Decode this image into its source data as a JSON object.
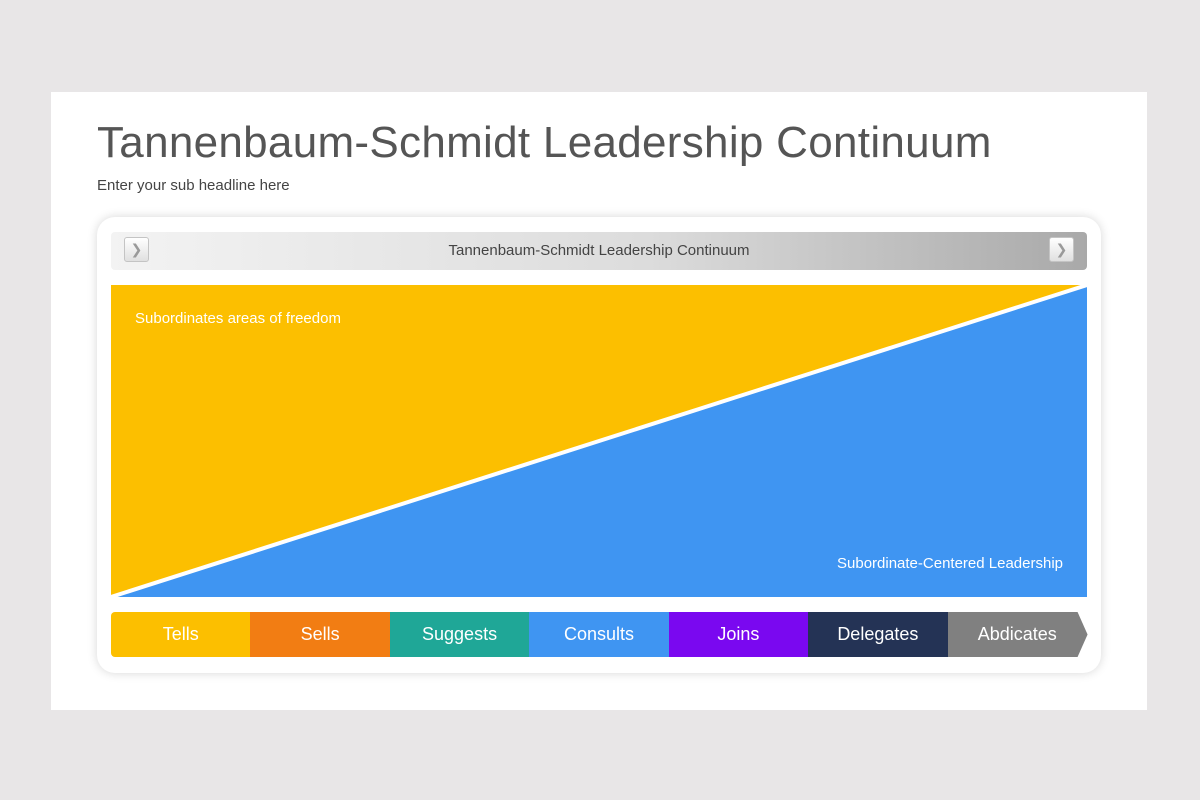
{
  "slide": {
    "title": "Tannenbaum-Schmidt Leadership Continuum",
    "subtitle": "Enter your sub headline here"
  },
  "panel": {
    "header_title": "Tannenbaum-Schmidt Leadership Continuum",
    "prev_icon": "chevron-right-icon",
    "next_icon": "chevron-right-icon",
    "area_top_label": "Subordinates areas of freedom",
    "area_bottom_label": "Subordinate-Centered Leadership",
    "area_colors": {
      "top": "#fcbf00",
      "bottom": "#3f95f2",
      "divider": "#ffffff"
    }
  },
  "styles": [
    {
      "label": "Tells",
      "color": "#fcbf00"
    },
    {
      "label": "Sells",
      "color": "#f27d13"
    },
    {
      "label": "Suggests",
      "color": "#1fa797"
    },
    {
      "label": "Consults",
      "color": "#3f95f2"
    },
    {
      "label": "Joins",
      "color": "#7a08f0"
    },
    {
      "label": "Delegates",
      "color": "#243355"
    },
    {
      "label": "Abdicates",
      "color": "#808080"
    }
  ]
}
